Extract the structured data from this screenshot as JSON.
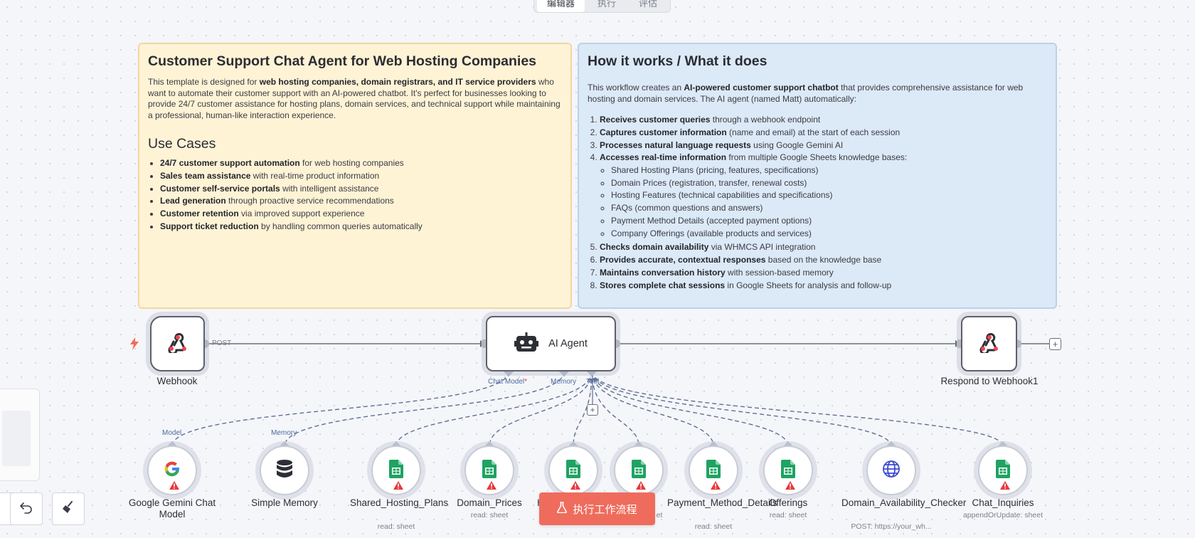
{
  "top_tabs": [
    "编辑器",
    "执行",
    "评估"
  ],
  "note_left": {
    "title": "Customer Support Chat Agent for Web Hosting Companies",
    "intro_pre": "This template is designed for ",
    "intro_bold": "web hosting companies, domain registrars, and IT service providers",
    "intro_post": " who want to automate their customer support with an AI-powered chatbot. It's perfect for businesses looking to provide 24/7 customer assistance for hosting plans, domain services, and technical support while maintaining a professional, human-like interaction experience.",
    "use_cases_title": "Use Cases",
    "use_cases": [
      {
        "bold": "24/7 customer support automation",
        "text": " for web hosting companies"
      },
      {
        "bold": "Sales team assistance",
        "text": " with real-time product information"
      },
      {
        "bold": "Customer self-service portals",
        "text": " with intelligent assistance"
      },
      {
        "bold": "Lead generation",
        "text": " through proactive service recommendations"
      },
      {
        "bold": "Customer retention",
        "text": " via improved support experience"
      },
      {
        "bold": "Support ticket reduction",
        "text": " by handling common queries automatically"
      }
    ]
  },
  "note_right": {
    "title": "How it works / What it does",
    "intro_pre": "This workflow creates an ",
    "intro_bold": "AI-powered customer support chatbot",
    "intro_post": " that provides comprehensive assistance for web hosting and domain services. The AI agent (named Matt) automatically:",
    "steps": [
      {
        "bold": "Receives customer queries",
        "text": " through a webhook endpoint"
      },
      {
        "bold": "Captures customer information",
        "text": " (name and email) at the start of each session"
      },
      {
        "bold": "Processes natural language requests",
        "text": " using Google Gemini AI"
      },
      {
        "bold": "Accesses real-time information",
        "text": " from multiple Google Sheets knowledge bases:"
      },
      {
        "bold": "Checks domain availability",
        "text": " via WHMCS API integration"
      },
      {
        "bold": "Provides accurate, contextual responses",
        "text": " based on the knowledge base"
      },
      {
        "bold": "Maintains conversation history",
        "text": " with session-based memory"
      },
      {
        "bold": "Stores complete chat sessions",
        "text": " in Google Sheets for analysis and follow-up"
      }
    ],
    "sub_items": [
      "Shared Hosting Plans (pricing, features, specifications)",
      "Domain Prices (registration, transfer, renewal costs)",
      "Hosting Features (technical capabilities and specifications)",
      "FAQs (common questions and answers)",
      "Payment Method Details (accepted payment options)",
      "Company Offerings (available products and services)"
    ]
  },
  "nodes": {
    "webhook": {
      "label": "Webhook",
      "port_label": "POST"
    },
    "agent": {
      "label": "AI Agent",
      "ports": {
        "chat_model": "Chat Model",
        "chat_model_required": "*",
        "memory": "Memory",
        "tool": "Tool"
      }
    },
    "respond": {
      "label": "Respond to Webhook1"
    },
    "gemini": {
      "label": "Google Gemini Chat Model",
      "port": "Model"
    },
    "memory": {
      "label": "Simple Memory",
      "port": "Memory"
    },
    "shared_hosting": {
      "label": "Shared_Hosting_Plans",
      "sub": "read: sheet"
    },
    "domain_prices": {
      "label": "Domain_Prices",
      "sub": "read: sheet"
    },
    "hosting_features": {
      "label": "H",
      "sub": "et"
    },
    "faqs": {
      "label": "",
      "sub": ""
    },
    "payment": {
      "label": "Payment_Method_Details",
      "sub": "read: sheet"
    },
    "offerings": {
      "label": "Offerings",
      "sub": "read: sheet"
    },
    "domain_checker": {
      "label": "Domain_Availability_Checker",
      "sub": "POST: https://your_wh..."
    },
    "chat_inquiries": {
      "label": "Chat_Inquiries",
      "sub": "appendOrUpdate: sheet"
    }
  },
  "run_button": {
    "label": "执行工作流程"
  },
  "icons": {
    "webhook": "webhook-icon",
    "agent": "robot-icon",
    "gemini": "google-icon",
    "memory": "database-icon",
    "sheets": "google-sheets-icon",
    "http": "globe-icon",
    "warning": "warning-icon",
    "trigger": "lightning-icon",
    "undo": "undo-icon",
    "clear": "broom-icon",
    "run": "flask-icon"
  },
  "colors": {
    "wire": "#5f6f95",
    "accent": "#ef6c5d",
    "note_yellow": "#fff3d6",
    "note_blue": "#dce9f7",
    "sheets_green": "#1ea362",
    "warning_red": "#e8383b"
  }
}
